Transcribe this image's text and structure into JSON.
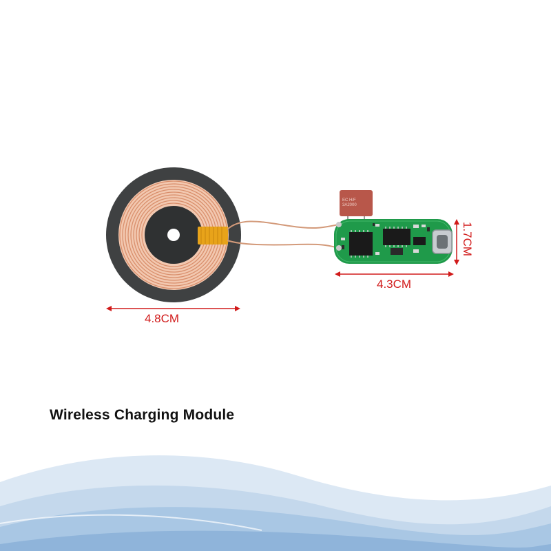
{
  "product": {
    "title": "Wireless Charging Module",
    "capacitor_marking": "EC H/F 3A2000"
  },
  "dimensions": {
    "coil_diameter": "4.8CM",
    "board_length": "4.3CM",
    "board_height": "1.7CM"
  },
  "colors": {
    "dimension_red": "#d11a1a",
    "coil_dark": "#3f4142",
    "coil_copper": "#e8a27e",
    "pcb_green": "#1f9a4a",
    "wave_blue": "#a9c7e4"
  }
}
